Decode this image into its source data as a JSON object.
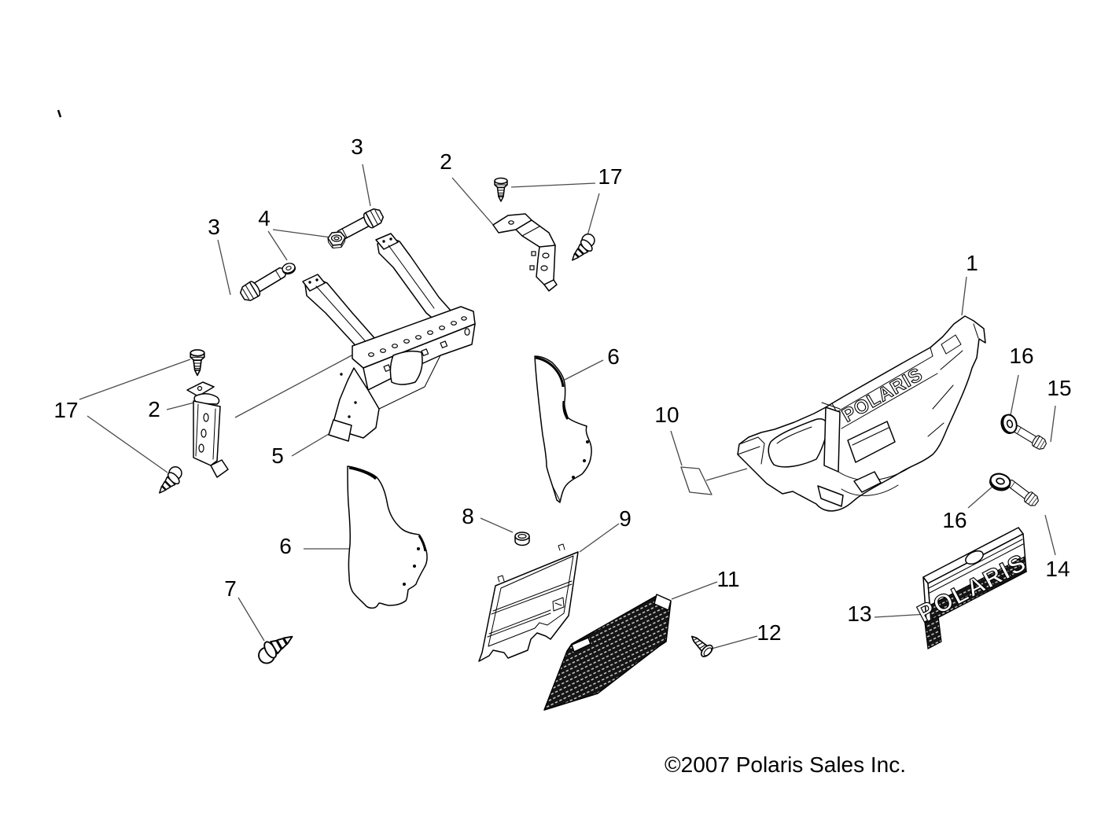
{
  "figure": {
    "type": "exploded-parts-diagram",
    "subject": "Front bumper assembly",
    "background": "#ffffff",
    "line_color": "#000000",
    "leader_color": "#4a4a4a",
    "mesh_color": "#151515"
  },
  "callouts": [
    {
      "id": "c1",
      "label": "1"
    },
    {
      "id": "c2-top",
      "label": "2"
    },
    {
      "id": "c2-left",
      "label": "2"
    },
    {
      "id": "c3-top",
      "label": "3"
    },
    {
      "id": "c3-left",
      "label": "3"
    },
    {
      "id": "c4",
      "label": "4"
    },
    {
      "id": "c5",
      "label": "5"
    },
    {
      "id": "c6-right",
      "label": "6"
    },
    {
      "id": "c6-left",
      "label": "6"
    },
    {
      "id": "c7",
      "label": "7"
    },
    {
      "id": "c8",
      "label": "8"
    },
    {
      "id": "c9",
      "label": "9"
    },
    {
      "id": "c10",
      "label": "10"
    },
    {
      "id": "c11",
      "label": "11"
    },
    {
      "id": "c12",
      "label": "12"
    },
    {
      "id": "c13",
      "label": "13"
    },
    {
      "id": "c14",
      "label": "14"
    },
    {
      "id": "c15",
      "label": "15"
    },
    {
      "id": "c16-upper",
      "label": "16"
    },
    {
      "id": "c16-lower",
      "label": "16"
    },
    {
      "id": "c17-right",
      "label": "17"
    },
    {
      "id": "c17-left",
      "label": "17"
    }
  ],
  "branding": {
    "bumper_logo": "POLARIS",
    "grille_logo": "POLARIS"
  },
  "footer": {
    "copyright": "©2007 Polaris Sales Inc."
  }
}
